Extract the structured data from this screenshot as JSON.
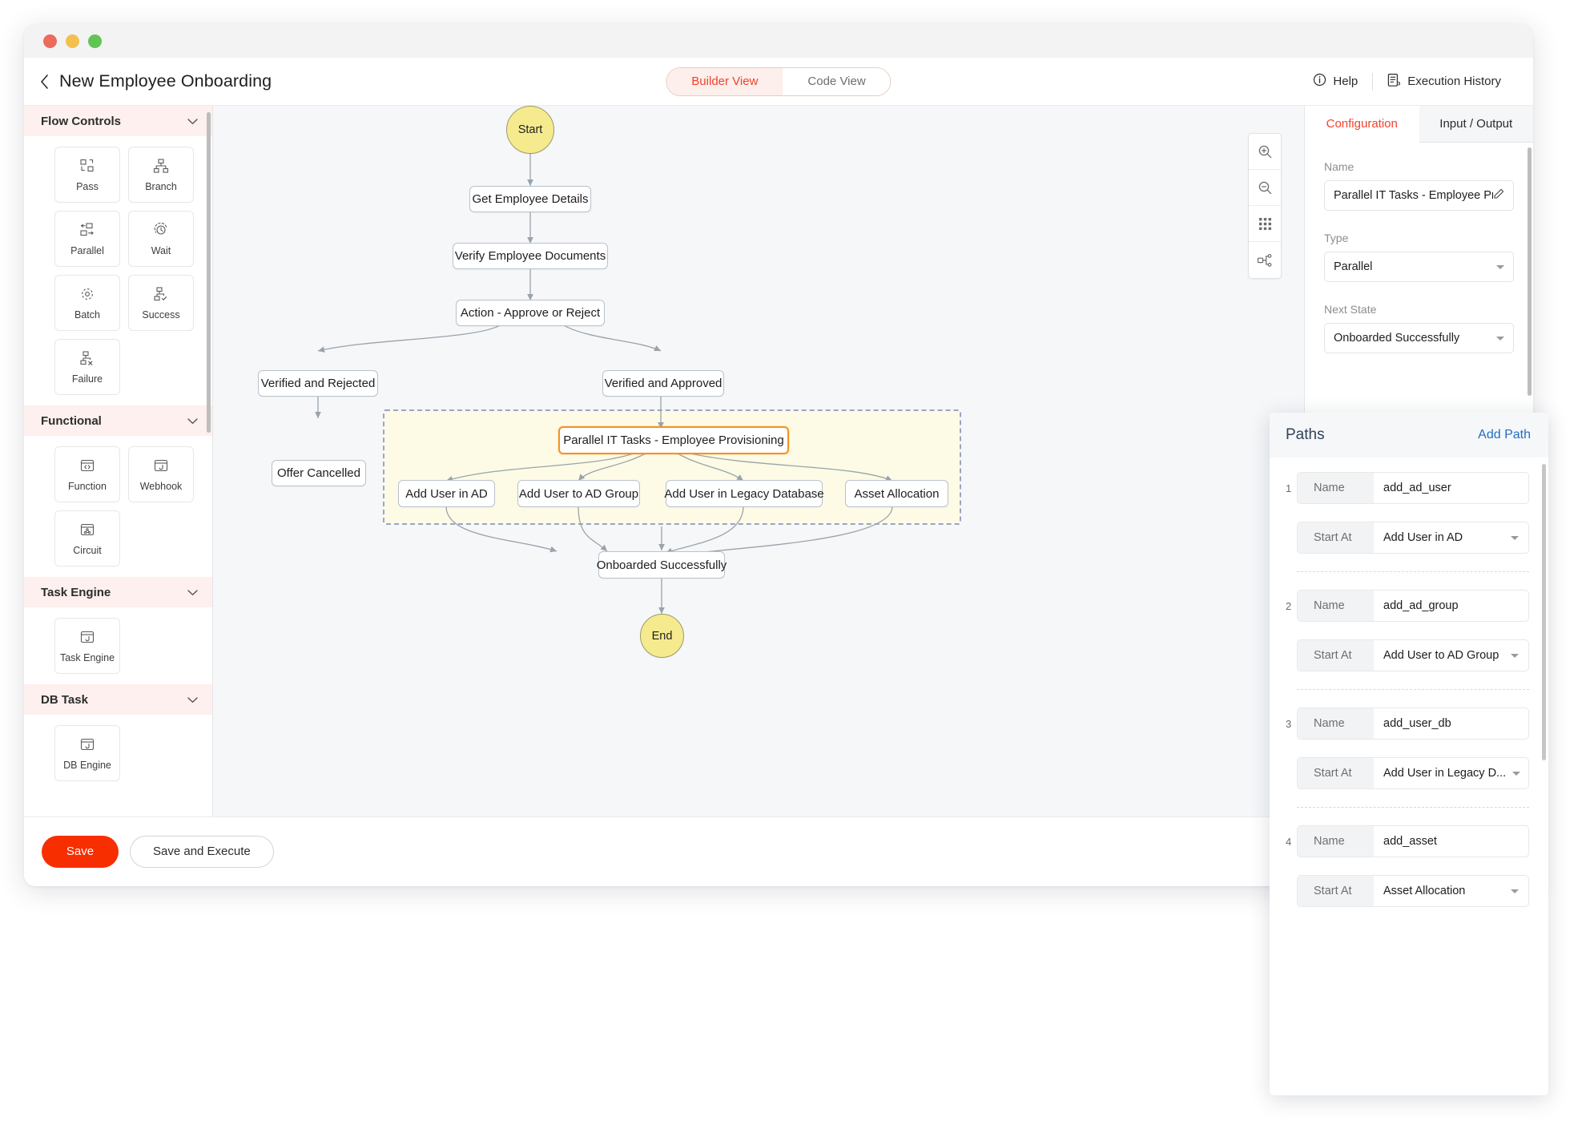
{
  "header": {
    "title": "New Employee Onboarding",
    "back_icon": "chevron-left-icon",
    "view_tabs": [
      {
        "label": "Builder View",
        "active": true
      },
      {
        "label": "Code View",
        "active": false
      }
    ],
    "help_label": "Help",
    "execution_history_label": "Execution History"
  },
  "palette": {
    "groups": [
      {
        "title": "Flow Controls",
        "items": [
          {
            "label": "Pass",
            "icon": "pass-icon"
          },
          {
            "label": "Branch",
            "icon": "branch-icon"
          },
          {
            "label": "Parallel",
            "icon": "parallel-icon"
          },
          {
            "label": "Wait",
            "icon": "wait-icon"
          },
          {
            "label": "Batch",
            "icon": "batch-icon"
          },
          {
            "label": "Success",
            "icon": "success-icon"
          },
          {
            "label": "Failure",
            "icon": "failure-icon"
          }
        ]
      },
      {
        "title": "Functional",
        "items": [
          {
            "label": "Function",
            "icon": "function-icon"
          },
          {
            "label": "Webhook",
            "icon": "webhook-icon"
          },
          {
            "label": "Circuit",
            "icon": "circuit-icon"
          }
        ]
      },
      {
        "title": "Task Engine",
        "items": [
          {
            "label": "Task Engine",
            "icon": "task-engine-icon"
          }
        ]
      },
      {
        "title": "DB Task",
        "items": [
          {
            "label": "DB Engine",
            "icon": "db-engine-icon"
          }
        ]
      }
    ]
  },
  "canvas": {
    "zoom_controls": [
      {
        "icon": "zoom-in-icon"
      },
      {
        "icon": "zoom-out-icon"
      },
      {
        "icon": "grid-icon"
      },
      {
        "icon": "fit-graph-icon"
      }
    ],
    "nodes": [
      {
        "id": "start",
        "label": "Start",
        "type": "terminal"
      },
      {
        "id": "get_emp",
        "label": "Get Employee Details",
        "type": "task"
      },
      {
        "id": "verify_doc",
        "label": "Verify Employee Documents",
        "type": "task"
      },
      {
        "id": "action",
        "label": "Action - Approve or Reject",
        "type": "task"
      },
      {
        "id": "rejected",
        "label": "Verified and Rejected",
        "type": "task"
      },
      {
        "id": "approved",
        "label": "Verified and Approved",
        "type": "task"
      },
      {
        "id": "cancelled",
        "label": "Offer Cancelled",
        "type": "task"
      },
      {
        "id": "parallel",
        "label": "Parallel IT Tasks - Employee Provisioning",
        "type": "task",
        "selected": true
      },
      {
        "id": "add_ad",
        "label": "Add User in AD",
        "type": "task"
      },
      {
        "id": "add_group",
        "label": "Add User to AD Group",
        "type": "task"
      },
      {
        "id": "add_db",
        "label": "Add User in Legacy Database",
        "type": "task"
      },
      {
        "id": "asset",
        "label": "Asset Allocation",
        "type": "task"
      },
      {
        "id": "onboarded",
        "label": "Onboarded Successfully",
        "type": "task"
      },
      {
        "id": "end",
        "label": "End",
        "type": "terminal"
      }
    ]
  },
  "config": {
    "tabs": [
      {
        "label": "Configuration",
        "active": true
      },
      {
        "label": "Input / Output",
        "active": false
      }
    ],
    "fields": [
      {
        "label": "Name",
        "value": "Parallel IT Tasks - Employee Provis",
        "control": "edit"
      },
      {
        "label": "Type",
        "value": "Parallel",
        "control": "select"
      },
      {
        "label": "Next State",
        "value": "Onboarded Successfully",
        "control": "select"
      }
    ]
  },
  "paths": {
    "title": "Paths",
    "add_label": "Add Path",
    "name_key": "Name",
    "start_at_key": "Start At",
    "rows": [
      {
        "num": "1",
        "name": "add_ad_user",
        "start_at": "Add User in AD"
      },
      {
        "num": "2",
        "name": "add_ad_group",
        "start_at": "Add User to AD Group"
      },
      {
        "num": "3",
        "name": "add_user_db",
        "start_at": "Add User in Legacy D..."
      },
      {
        "num": "4",
        "name": "add_asset",
        "start_at": "Asset Allocation"
      }
    ]
  },
  "footer": {
    "save_label": "Save",
    "save_execute_label": "Save and Execute"
  },
  "colors": {
    "accent": "#f4402b",
    "save": "#f72e00",
    "selected_node": "#f59320",
    "terminal": "#f5ea8d",
    "parallel_region": "#fdfbe6",
    "link": "#1f6fc4"
  }
}
